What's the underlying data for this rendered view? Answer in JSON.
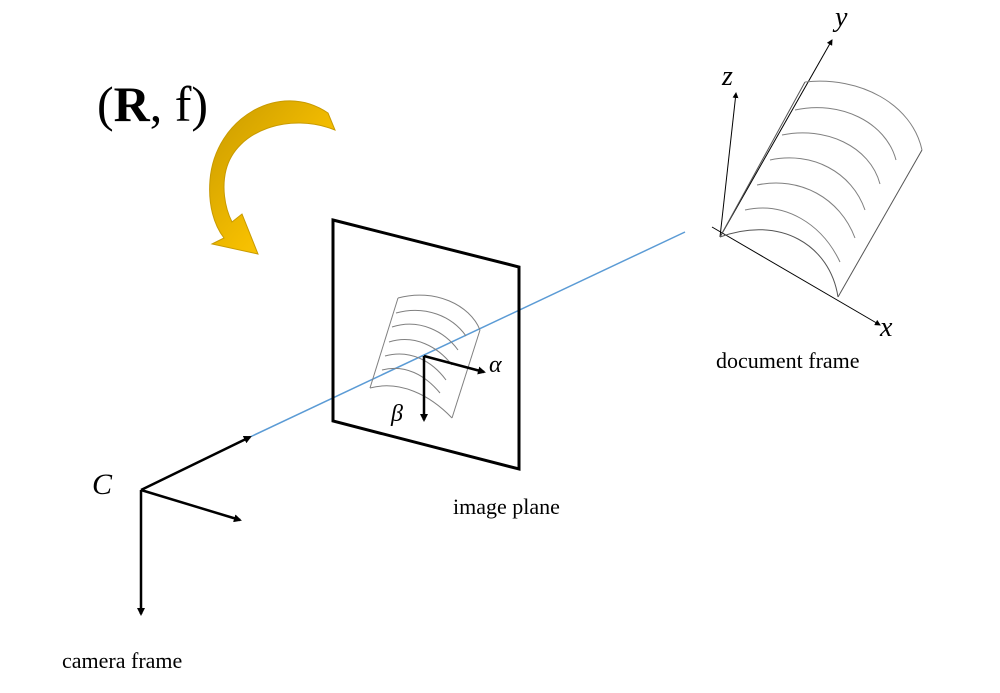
{
  "diagram": {
    "transform": {
      "open": "(",
      "rotation": "R",
      "sep": ", ",
      "focal": "f",
      "close": ")"
    },
    "camera": {
      "origin_label": "C",
      "caption": "camera frame"
    },
    "image_plane": {
      "caption": "image plane",
      "alpha": "α",
      "beta": "β"
    },
    "document": {
      "caption": "document frame",
      "axis_x": "x",
      "axis_y": "y",
      "axis_z": "z"
    },
    "colors": {
      "ray": "#5b9bd5",
      "arrow": "#f5be00",
      "arrow_shade": "#c89a00",
      "curve": "#808080"
    }
  }
}
